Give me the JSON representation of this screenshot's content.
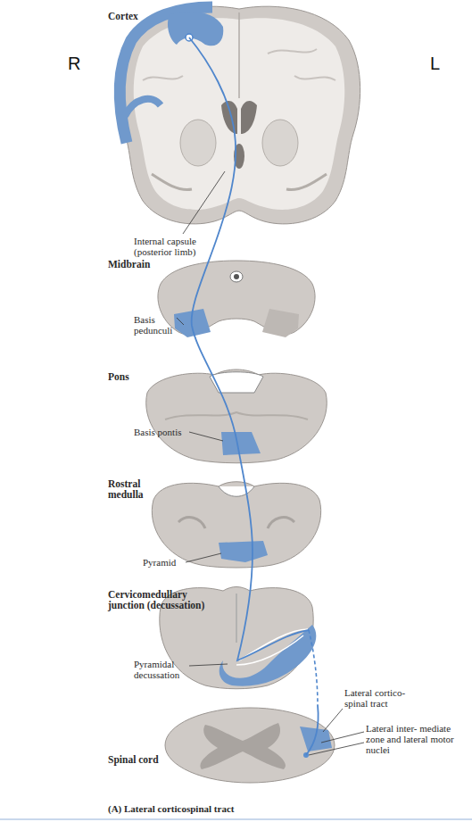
{
  "diagram": {
    "caption": "(A) Lateral corticospinal tract",
    "labels": [
      "Cortex",
      "R",
      "L",
      "Internal capsule (posterior limb)",
      "Midbrain",
      "Basis pedunculi",
      "Pons",
      "Basis pontis",
      "Rostral medulla",
      "Pyramid",
      "Cervicomedullary junction (decussation)",
      "Pyramidal decussation",
      "Lateral cortico- spinal tract",
      "Lateral inter- mediate zone and lateral motor nuclei",
      "Spinal cord"
    ]
  }
}
